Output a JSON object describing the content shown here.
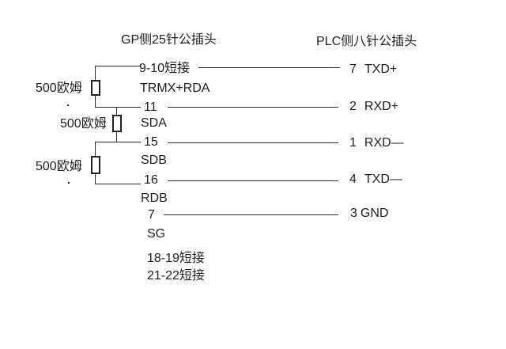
{
  "diagram": {
    "gp_connector": {
      "title": "GP侧25针公插头",
      "rows": [
        {
          "pin": "9-10短接",
          "signal": "TRMX+RDA"
        },
        {
          "pin": "11",
          "signal": "SDA"
        },
        {
          "pin": "15",
          "signal": "SDB"
        },
        {
          "pin": "16",
          "signal": "RDB"
        },
        {
          "pin": "7",
          "signal": "SG"
        }
      ],
      "notes": [
        "18-19短接",
        "21-22短接"
      ]
    },
    "plc_connector": {
      "title": "PLC侧八针公插头",
      "pins": [
        {
          "pin": "7",
          "signal": "TXD+"
        },
        {
          "pin": "2",
          "signal": "RXD+"
        },
        {
          "pin": "1",
          "signal": "RXD—"
        },
        {
          "pin": "4",
          "signal": "TXD—"
        },
        {
          "pin": "3",
          "signal": "GND"
        }
      ]
    },
    "resistors": [
      {
        "label": "500欧姆"
      },
      {
        "label": "500欧姆"
      },
      {
        "label": "500欧姆"
      }
    ],
    "stray_dots": [
      ".",
      "."
    ],
    "colors": {
      "background": "#ffffff",
      "line": "#2b2b2b",
      "text": "#1f1f1f"
    }
  }
}
